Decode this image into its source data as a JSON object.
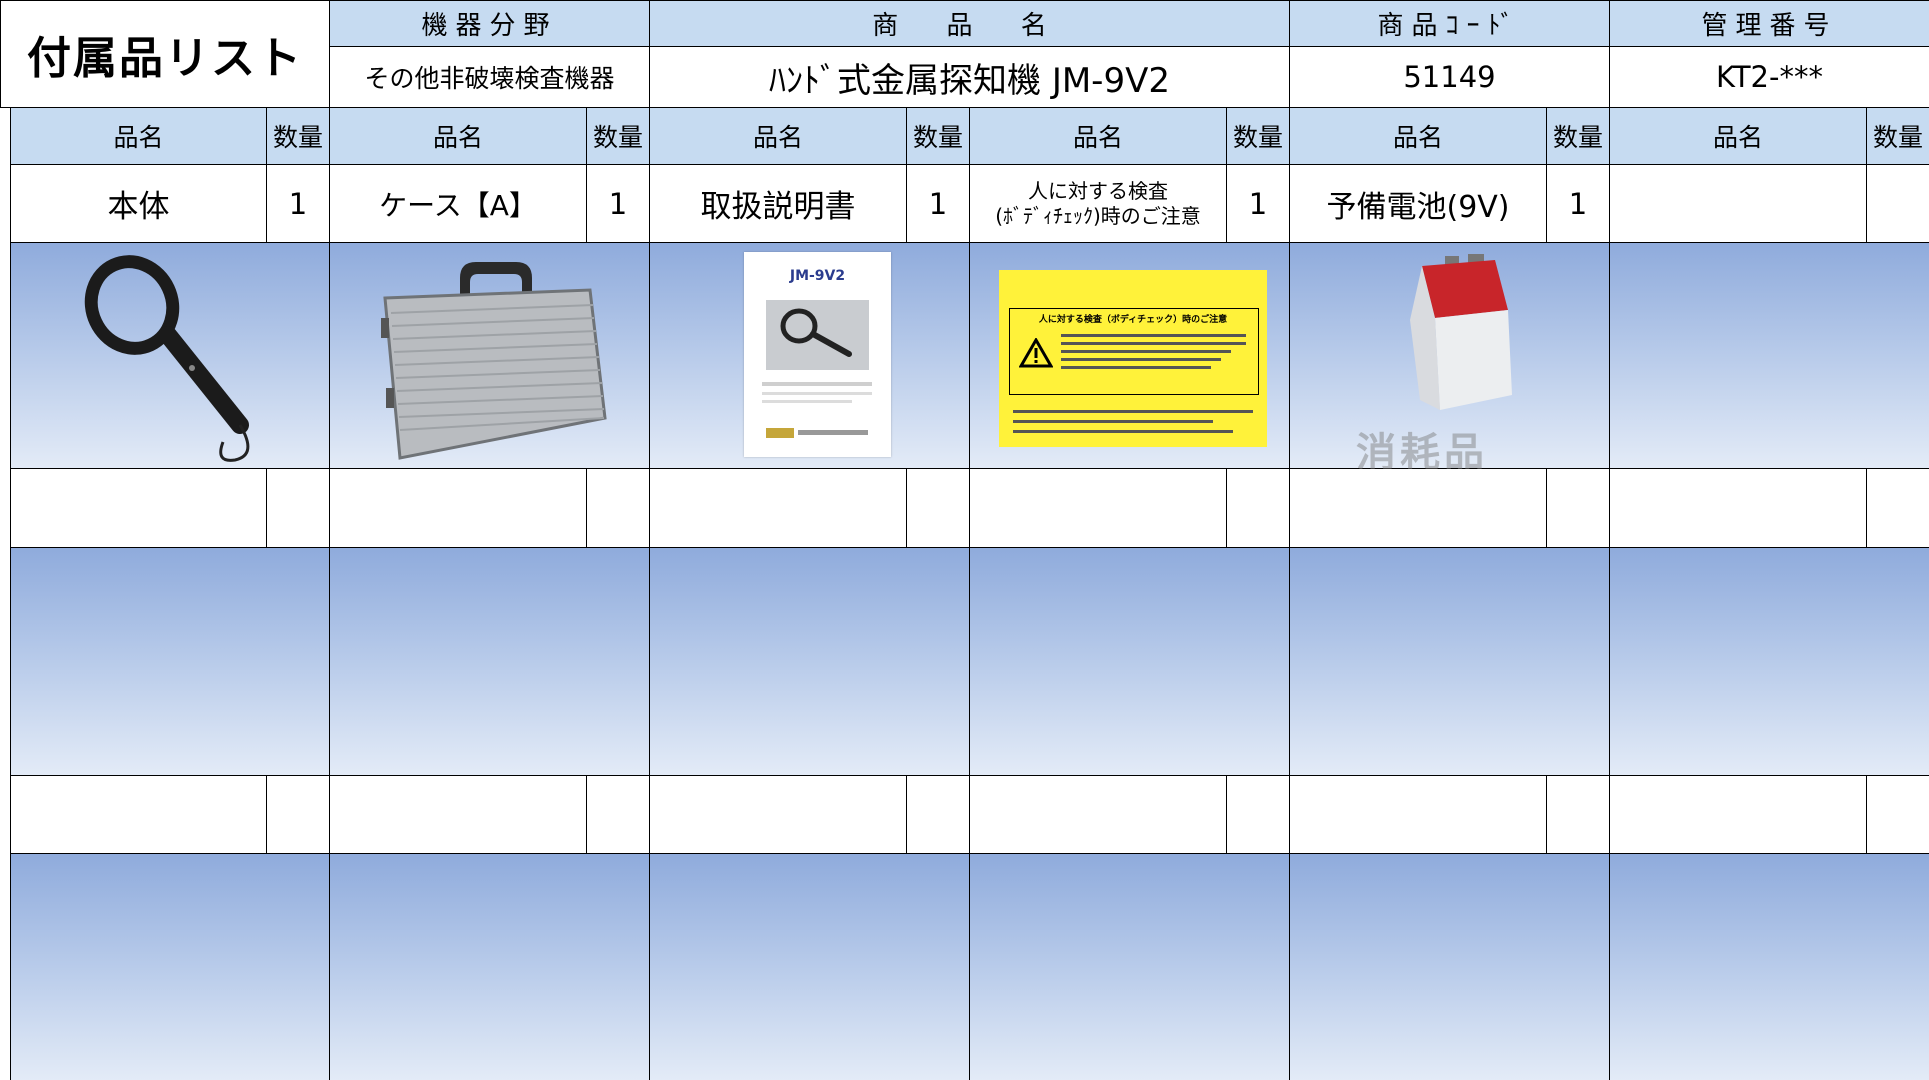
{
  "header": {
    "title": "付属品リスト",
    "col_labels": {
      "category": "機器分野",
      "product_name": "商 品 名",
      "product_code": "商品ｺｰﾄﾞ",
      "control_no": "管理番号"
    },
    "values": {
      "category": "その他非破壊検査機器",
      "product_name": "ﾊﾝﾄﾞ式金属探知機 JM-9V2",
      "product_code": "51149",
      "control_no": "KT2-***"
    }
  },
  "list": {
    "name_label": "品名",
    "qty_label": "数量",
    "items": [
      {
        "name": "本体",
        "qty": "1"
      },
      {
        "name": "ケース【A】",
        "qty": "1"
      },
      {
        "name": "取扱説明書",
        "qty": "1"
      },
      {
        "name_line1": "人に対する検査",
        "name_line2": "(ﾎﾞﾃﾞｨﾁｪｯｸ)時のご注意",
        "qty": "1"
      },
      {
        "name": "予備電池(9V)",
        "qty": "1"
      },
      {
        "name": "",
        "qty": ""
      }
    ],
    "manual_thumb": {
      "title": "JM-9V2"
    },
    "notice_thumb": {
      "title": "人に対する検査（ボディチェック）時のご注意"
    },
    "battery_stamp": "消耗品"
  },
  "colors": {
    "header_bg": "#c6dbf1",
    "photo_row_top": "#8fabdc",
    "photo_row_bottom": "#e3ebf7"
  }
}
